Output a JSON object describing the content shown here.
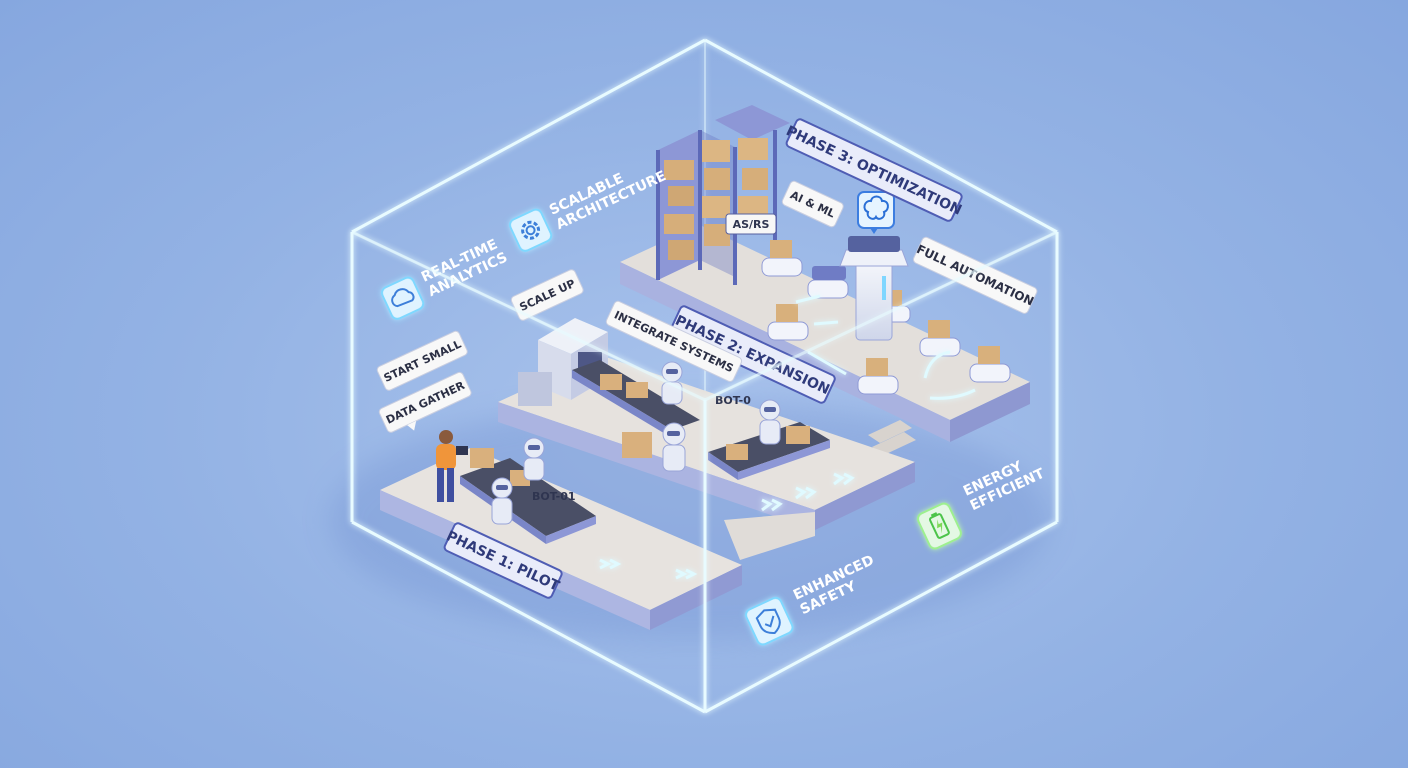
{
  "colors": {
    "background": "#93b2e4",
    "cube_edge": "#e8fbff",
    "cube_glow": "#8ff3ff",
    "platform_top": "#e4e0dc",
    "platform_side": "#a7b1df",
    "accent_blue": "#5b6fc7",
    "box": "#d9b27f",
    "arrow_glow": "#dff9ff",
    "battery_green": "#7ed957"
  },
  "phases": {
    "phase1": "PHASE 1: PILOT",
    "phase2": "PHASE 2: EXPANSION",
    "phase3": "PHASE 3: OPTIMIZATION"
  },
  "callouts": {
    "start_small": "START SMALL",
    "data_gather": "DATA GATHER",
    "scale_up": "SCALE UP",
    "integrate": "INTEGRATE SYSTEMS",
    "ai_ml": "AI & ML",
    "full_automation": "FULL AUTOMATION"
  },
  "tags": {
    "bot01": "BOT-01",
    "bot02": "BOT-0",
    "asrs": "AS/RS"
  },
  "features": {
    "analytics": [
      "REAL-TIME",
      "ANALYTICS"
    ],
    "architecture": [
      "SCALABLE",
      "ARCHITECTURE"
    ],
    "safety": [
      "ENHANCED",
      "SAFETY"
    ],
    "energy": [
      "ENERGY",
      "EFFICIENT"
    ]
  },
  "icons": {
    "analytics": "cloud-icon",
    "architecture": "gear-icon",
    "safety": "shield-check-icon",
    "energy": "battery-icon",
    "ai": "brain-icon"
  }
}
